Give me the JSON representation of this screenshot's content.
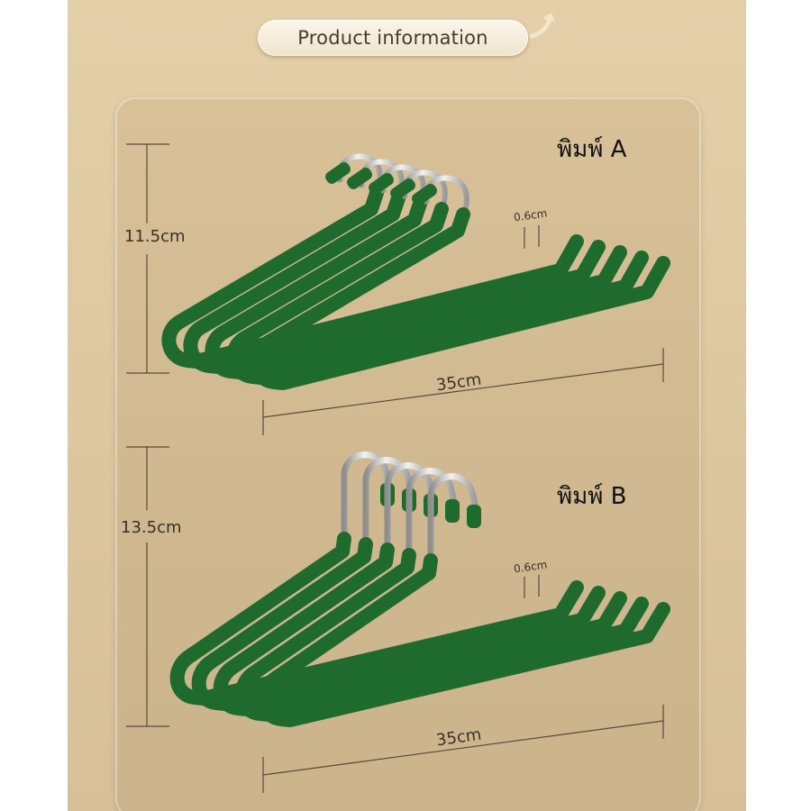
{
  "header": {
    "title": "Product information"
  },
  "variants": [
    {
      "label": "พิมพ์ A",
      "height": "11.5cm",
      "thickness": "0.6cm",
      "length": "35cm"
    },
    {
      "label": "พิมพ์ B",
      "height": "13.5cm",
      "thickness": "0.6cm",
      "length": "35cm"
    }
  ],
  "colors": {
    "hanger_green": "#1f6b2e",
    "hook_metal": "#c9c9c9",
    "background": "#d8c199"
  }
}
